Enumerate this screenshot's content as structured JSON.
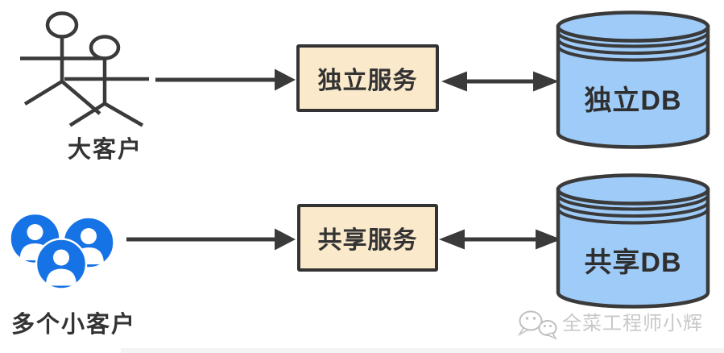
{
  "diagram": {
    "rows": [
      {
        "actor": "大客户",
        "service": "独立服务",
        "database": "独立DB"
      },
      {
        "actor": "多个小客户",
        "service": "共享服务",
        "database": "共享DB"
      }
    ],
    "watermark": "全菜工程师小辉",
    "colors": {
      "stroke_dark": "#3A3A3A",
      "service_box_fill": "#FBE9CC",
      "service_box_border": "#333333",
      "database_fill": "#9ECBF8",
      "users_blue": "#1673E6",
      "label_text": "#333333",
      "watermark_gray": "#C8C8C8"
    },
    "icons": {
      "actor-stick-figures-icon": "two overlapping stick-figure people",
      "users-group-icon": "three blue circles with white user silhouettes",
      "arrow-right-icon": "solid right arrow",
      "double-arrow-icon": "double-headed horizontal arrow",
      "database-cylinder-icon": "blue database cylinder with stacked rings",
      "wechat-icon": "two gray chat bubbles with eyes"
    }
  }
}
